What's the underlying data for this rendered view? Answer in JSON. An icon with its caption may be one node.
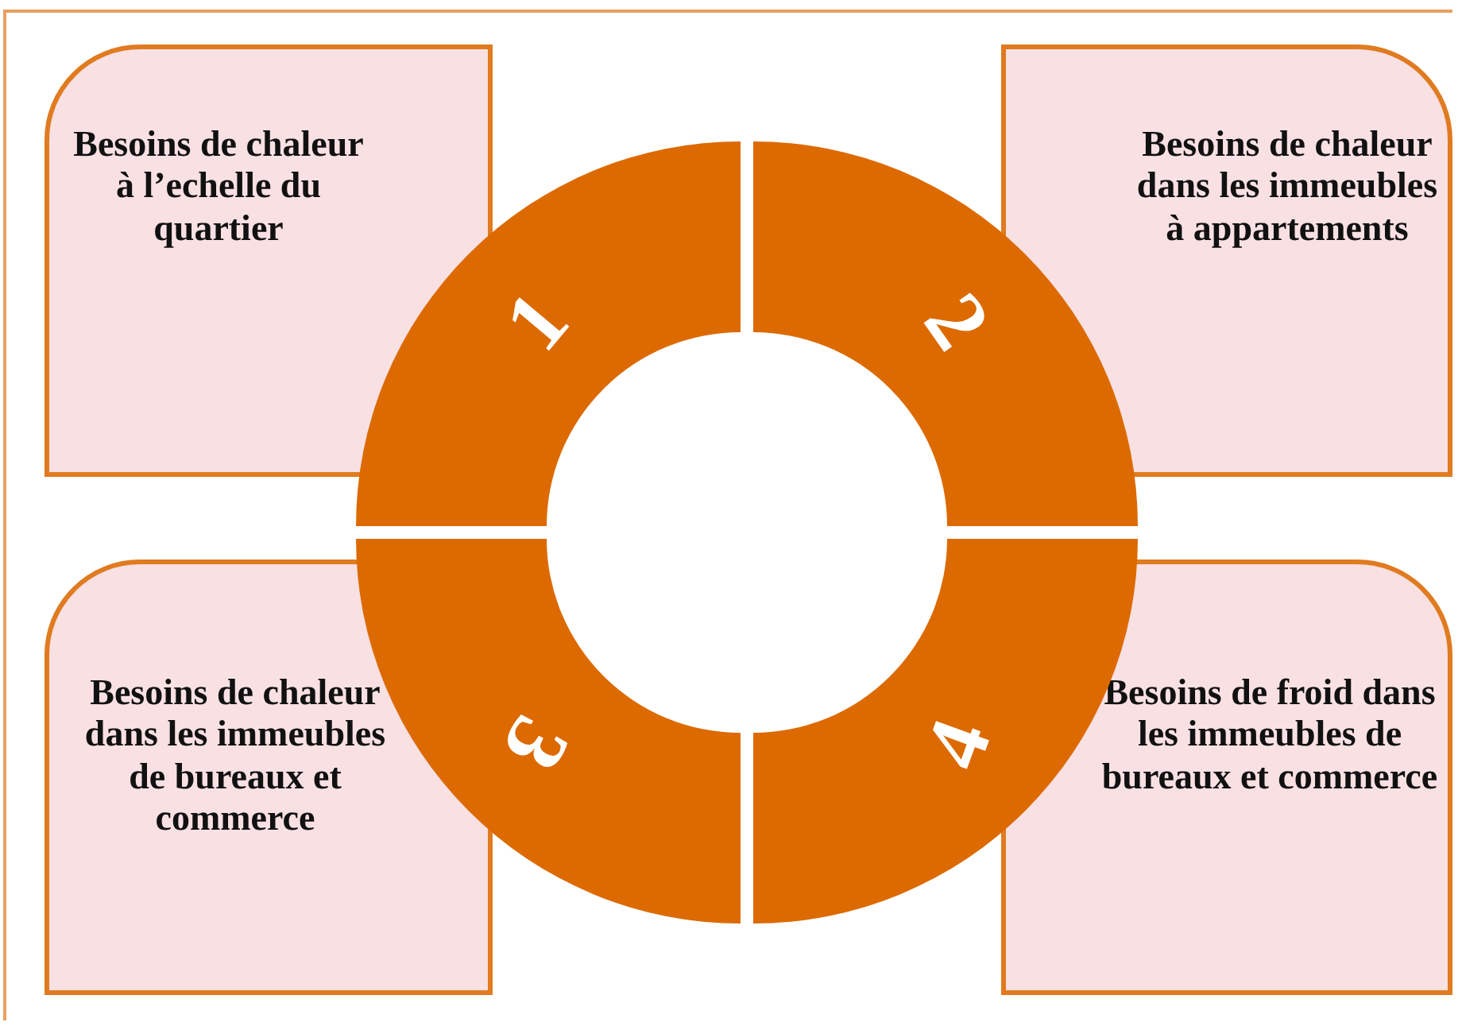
{
  "diagram": {
    "nodes": [
      {
        "text": [
          "Besoins de chaleur à l’echelle du quartier"
        ]
      },
      {
        "text": [
          "Besoins de chaleur dans les immeubles à appartements"
        ]
      },
      {
        "text": [
          "Besoins de chaleur dans les immeubles de bureaux et commerce"
        ]
      },
      {
        "text": [
          "Besoins de froid dans les immeubles de bureaux et commerce"
        ]
      },
      {
        "text": [
          "1"
        ]
      },
      {
        "text": [
          "2"
        ]
      },
      {
        "text": [
          "3"
        ]
      },
      {
        "text": [
          "4"
        ]
      }
    ],
    "edges": []
  }
}
